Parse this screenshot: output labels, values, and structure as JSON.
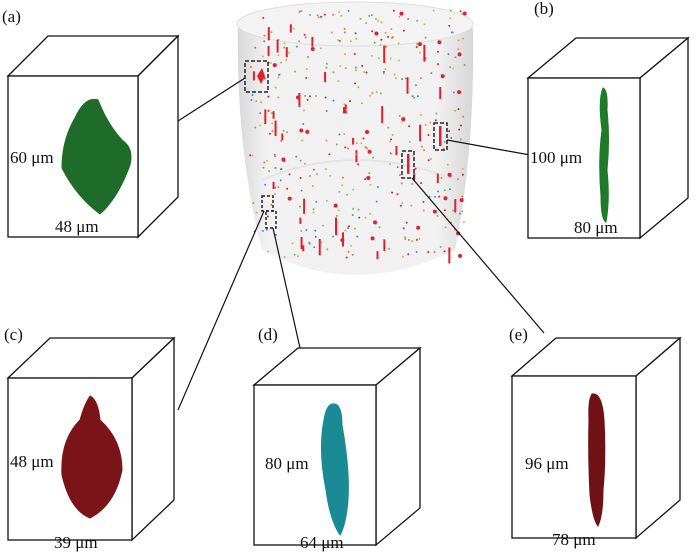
{
  "panels": [
    {
      "id": "a",
      "label": "(a)",
      "height_dim": "60 μm",
      "width_dim": "48 μm",
      "color": "#1f6b2a"
    },
    {
      "id": "b",
      "label": "(b)",
      "height_dim": "100 μm",
      "width_dim": "80 μm",
      "color": "#1f7a2a"
    },
    {
      "id": "c",
      "label": "(c)",
      "height_dim": "48 μm",
      "width_dim": "39 μm",
      "color": "#7a1418"
    },
    {
      "id": "d",
      "label": "(d)",
      "height_dim": "80 μm",
      "width_dim": "64 μm",
      "color": "#1a8a94"
    },
    {
      "id": "e",
      "label": "(e)",
      "height_dim": "96 μm",
      "width_dim": "78 μm",
      "color": "#6e1216"
    }
  ],
  "colors": {
    "pore_red": "#e0212b",
    "cylinder": "#ececec"
  }
}
